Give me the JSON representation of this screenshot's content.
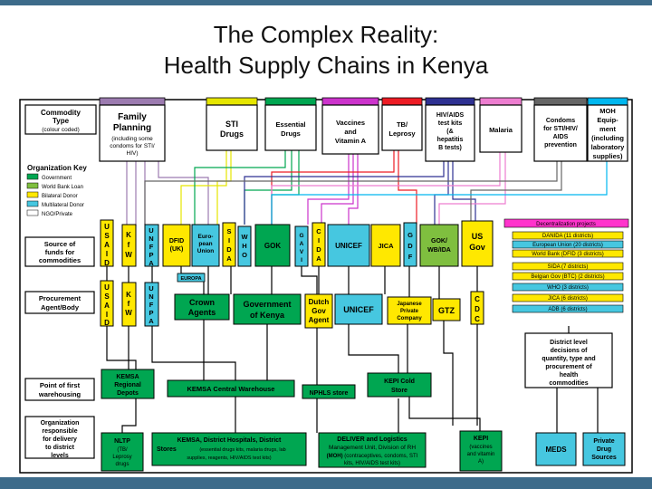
{
  "title": {
    "line1": "The Complex Reality:",
    "line2": "Health Supply Chains in Kenya"
  },
  "colors": {
    "family_planning": "#9c7bb0",
    "sti": "#e6e600",
    "essential": "#00a651",
    "vaccines": "#cc33cc",
    "tb": "#ed1c24",
    "hiv": "#2e3192",
    "malaria": "#ed7dd0",
    "condoms": "#666666",
    "moh": "#00b7ef",
    "government": "#00a651",
    "world_bank": "#7fbf3f",
    "bilateral": "#ffe800",
    "multilateral": "#46c7e0",
    "ngo": "#ffffff",
    "decentralization": "#ff33cc",
    "frame": "#3d6b8a"
  },
  "left_labels": {
    "commodity_type": [
      "Commodity",
      "Type",
      "(colour coded)"
    ],
    "org_key_title": "Organization Key",
    "source_of_funds": [
      "Source of",
      "funds for",
      "commodities"
    ],
    "procurement": [
      "Procurement",
      "Agent/Body"
    ],
    "first_warehousing": [
      "Point of first",
      "warehousing"
    ],
    "org_responsible": [
      "Organization",
      "responsible",
      "for delivery",
      "to district",
      "levels"
    ]
  },
  "org_key": [
    {
      "label": "Government",
      "color": "#00a651"
    },
    {
      "label": "World Bank Loan",
      "color": "#7fbf3f"
    },
    {
      "label": "Bilateral Donor",
      "color": "#ffe800"
    },
    {
      "label": "Multilateral Donor",
      "color": "#46c7e0"
    },
    {
      "label": "NGO/Private",
      "color": "#ffffff"
    }
  ],
  "commodities": [
    {
      "lines": [
        "Family",
        "Planning",
        "(including some",
        "condoms for STI/",
        "HIV)"
      ]
    },
    {
      "lines": [
        "STI",
        "Drugs"
      ]
    },
    {
      "lines": [
        "Essential",
        "Drugs"
      ]
    },
    {
      "lines": [
        "Vaccines",
        "and",
        "Vitamin A"
      ]
    },
    {
      "lines": [
        "TB/",
        "Leprosy"
      ]
    },
    {
      "lines": [
        "HIV/AIDS",
        "test kits",
        "(&",
        "hepatitis",
        "B tests)"
      ]
    },
    {
      "lines": [
        "Malaria"
      ]
    },
    {
      "lines": [
        "Condoms",
        "for STI/HIV/",
        "AIDS",
        "prevention"
      ]
    },
    {
      "lines": [
        "MOH",
        "Equip-",
        "ment",
        "(including",
        "laboratory",
        "supplies)"
      ]
    }
  ],
  "funds": {
    "usaid": [
      "U",
      "S",
      "A",
      "I",
      "D"
    ],
    "kfw": [
      "K",
      "f",
      "W"
    ],
    "unfpa": [
      "U",
      "N",
      "F",
      "P",
      "A"
    ],
    "dfid": [
      "DFID",
      "(UK)"
    ],
    "eu": [
      "Euro-",
      "pean",
      "Union"
    ],
    "sida": [
      "S",
      "I",
      "D",
      "A"
    ],
    "who": [
      "W",
      "H",
      "O"
    ],
    "gok": "GOK",
    "gavi": [
      "G",
      "A",
      "V",
      "I"
    ],
    "cida": [
      "C",
      "I",
      "D",
      "A"
    ],
    "unicef": "UNICEF",
    "jica": "JICA",
    "gdf": [
      "G",
      "D",
      "F"
    ],
    "gok_wb": [
      "GOK/",
      "WB/IDA"
    ],
    "usgov": [
      "US",
      "Gov"
    ]
  },
  "decentralization": {
    "title": "Decentralization projects",
    "items": [
      "DANIDA (11 districts)",
      "European Union (20 districts)",
      "World Bank (DFID (3 districts)",
      "SIDA (7 districts)",
      "Belgian Gov (BTC) (2 districts)",
      "WHO (3 districts)",
      "JICA (6 districts)",
      "ADB (6 districts)"
    ]
  },
  "procurement": {
    "usaid": [
      "U",
      "S",
      "A",
      "I",
      "D"
    ],
    "kfw": [
      "K",
      "f",
      "W"
    ],
    "unfpa": [
      "U",
      "N",
      "F",
      "P",
      "A"
    ],
    "europa": "EUROPA",
    "crown": [
      "Crown",
      "Agents"
    ],
    "gok": [
      "Government",
      "of Kenya"
    ],
    "dutch": [
      "Dutch",
      "Gov",
      "Agent"
    ],
    "unicef": "UNICEF",
    "private": [
      "Japanese",
      "Private",
      "Company"
    ],
    "gtz": "GTZ",
    "cdc": [
      "C",
      "D",
      "C"
    ]
  },
  "district": [
    "District level",
    "decisions of",
    "quantity, type and",
    "procurement of",
    "health",
    "commodities"
  ],
  "warehousing": {
    "kemsa_regional": [
      "KEMSA",
      "Regional",
      "Depots"
    ],
    "kemsa_central": "KEMSA Central Warehouse",
    "nphls": "NPHLS store",
    "kepi_cold": [
      "KEPI Cold",
      "Store"
    ]
  },
  "delivery": {
    "nltp": [
      "NLTP",
      "(TB/",
      "Leprosy",
      "drugs"
    ],
    "kemsa_dist_title": "KEMSA, District Hospitals, District",
    "kemsa_dist_stores": "Stores",
    "kemsa_dist_sub1": "(essential drugs kits, malaria drugs, lab",
    "kemsa_dist_sub2": "supplies, reagents, HIV/AIDS test kits)",
    "deliver_l1": "DELIVER and Logistics",
    "deliver_l2": "Management Unit, Division of RH",
    "deliver_l3a": "(MOH)",
    "deliver_l3b": " (contraceptives, condoms, STI",
    "deliver_l4": "kits, HIV/AIDS test kits)",
    "kepi": [
      "KEPI",
      "(vaccines",
      "and vitamin",
      "A)"
    ],
    "meds": "MEDS",
    "private_drug": [
      "Private",
      "Drug",
      "Sources"
    ]
  }
}
